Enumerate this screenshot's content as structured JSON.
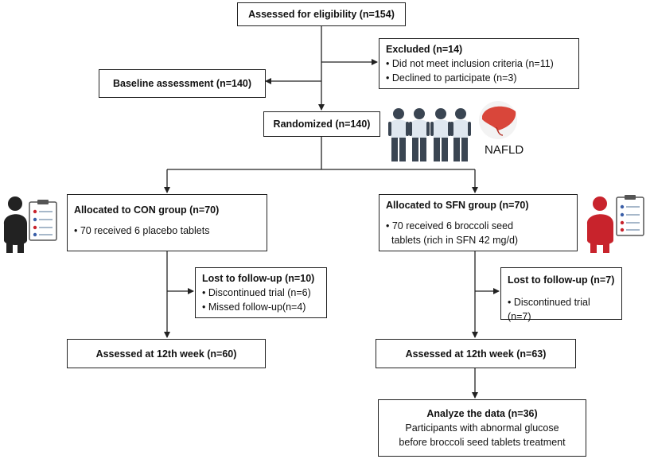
{
  "eligibility": {
    "title": "Assessed for eligibility (n=154)"
  },
  "excluded": {
    "title": "Excluded (n=14)",
    "items": [
      "• Did not meet inclusion criteria (n=11)",
      "• Declined to participate (n=3)"
    ]
  },
  "baseline": {
    "title": "Baseline assessment (n=140)"
  },
  "randomized": {
    "title": "Randomized (n=140)"
  },
  "nafld_label": "NAFLD",
  "con": {
    "title": "Allocated to CON group (n=70)",
    "detail": "• 70 received 6 placebo tablets",
    "lost_title": "Lost to follow-up (n=10)",
    "lost_items": [
      "• Discontinued trial (n=6)",
      "• Missed follow-up(n=4)"
    ],
    "assessed": "Assessed at 12th week (n=60)"
  },
  "sfn": {
    "title": "Allocated to SFN group (n=70)",
    "detail_lines": [
      "• 70 received 6 broccoli seed",
      "tablets (rich in SFN 42 mg/d)"
    ],
    "lost_title": "Lost to follow-up (n=7)",
    "lost_items": [
      "• Discontinued trial (n=7)"
    ],
    "assessed": "Assessed at 12th week (n=63)"
  },
  "analyze": {
    "title": "Analyze the data (n=36)",
    "lines": [
      "Participants with abnormal glucose",
      "before broccoli seed tablets treatment"
    ]
  },
  "colors": {
    "line": "#222222",
    "pill_green": "#6cc04a",
    "person_dark": "#222222",
    "person_red": "#c8232c",
    "liver": "#d9463a",
    "silhouette": "#3a4552",
    "shirt": "#dfe7ef"
  }
}
